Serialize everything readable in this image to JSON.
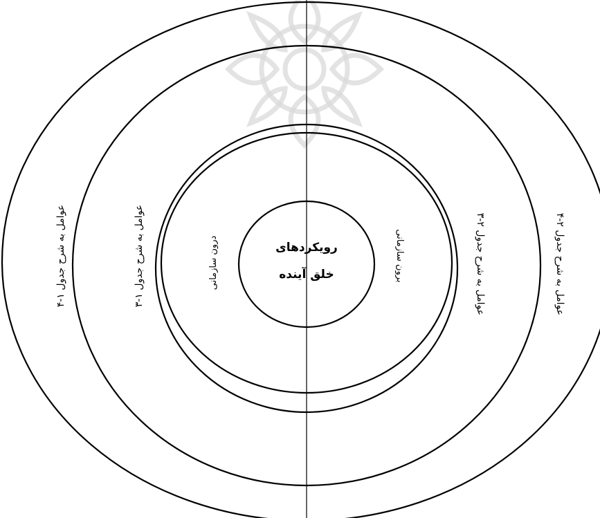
{
  "diagram": {
    "center_title_line1": "رویکردهای",
    "center_title_line2": "خلق آینده",
    "inner_left_label": "درون سازمانی",
    "inner_right_label": "برون سازمانی",
    "middle_left_label": "عوامل به شرح جدول ۱-۳",
    "middle_right_label": "عوامل به شرح جدول ۲-۳",
    "outer_left_label": "عوامل به شرح جدول ۱-۴",
    "outer_right_label": "عوامل به شرح جدول ۲-۴"
  },
  "colors": {
    "stroke": "#000000",
    "background": "#ffffff",
    "watermark": "#d9d9d9"
  }
}
